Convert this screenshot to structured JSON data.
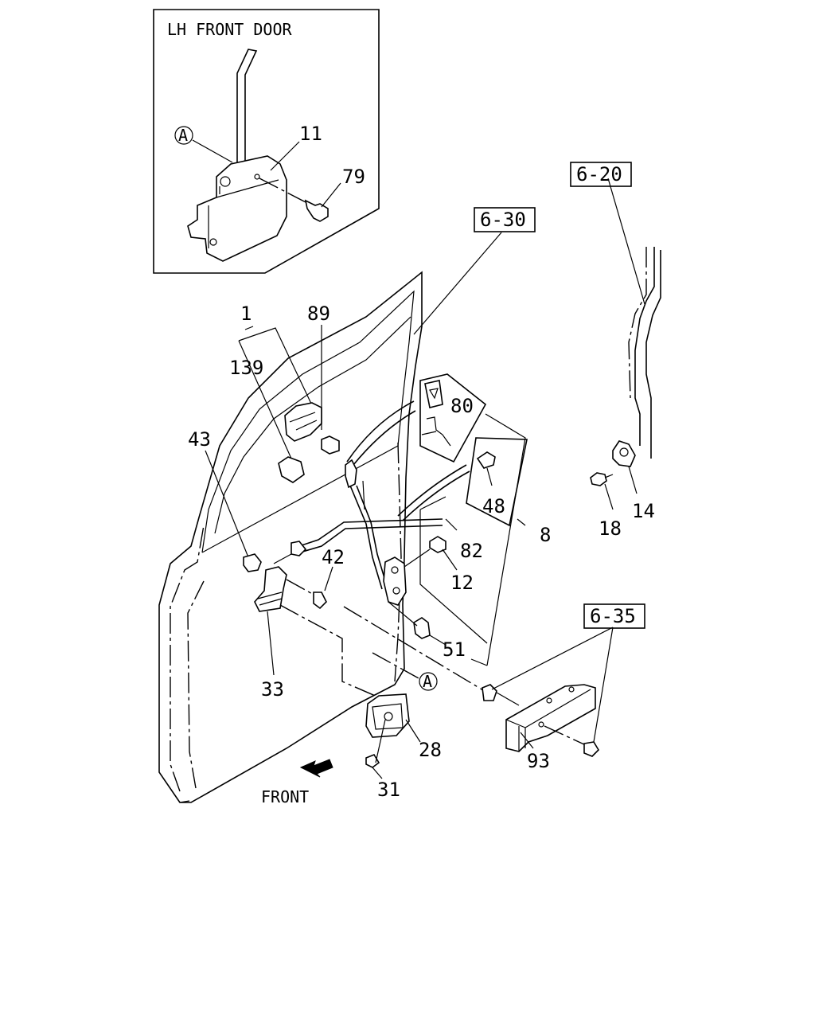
{
  "inset": {
    "title": "LH FRONT DOOR",
    "ref_circle": "A",
    "labels": {
      "part_11": "11",
      "part_79": "79"
    }
  },
  "references": {
    "ref_6_20": "6-20",
    "ref_6_30": "6-30",
    "ref_6_35": "6-35"
  },
  "parts": {
    "p1": "1",
    "p89": "89",
    "p139": "139",
    "p80": "80",
    "p43": "43",
    "p48": "48",
    "p8": "8",
    "p82": "82",
    "p42": "42",
    "p12": "12",
    "p51": "51",
    "p33": "33",
    "p28": "28",
    "p93": "93",
    "p31": "31",
    "p18": "18",
    "p14": "14"
  },
  "main_ref_circle": "A",
  "front_label": "FRONT"
}
